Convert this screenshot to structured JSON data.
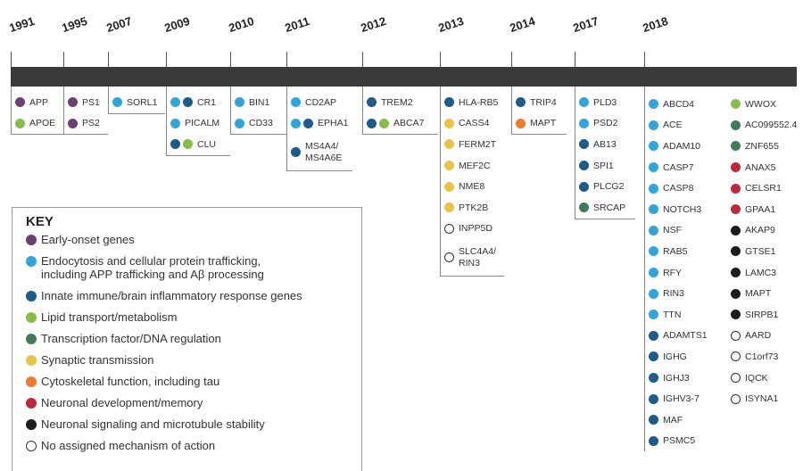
{
  "colors": {
    "early": "#6e3f74",
    "endo": "#2ea6dc",
    "immune": "#1d5b8a",
    "lipid": "#89bd49",
    "tf": "#3f7d5a",
    "synaptic": "#e8c34a",
    "cyto": "#ee7b2e",
    "neurodev": "#c0283c",
    "neurosig": "#1c1c1c",
    "none": "none"
  },
  "timeline": [
    {
      "year": "1991",
      "genes": [
        {
          "c": [
            "early"
          ],
          "t": "APP"
        },
        {
          "c": [
            "lipid"
          ],
          "t": "APOE"
        }
      ]
    },
    {
      "year": "1995",
      "genes": [
        {
          "c": [
            "early"
          ],
          "t": "PS1"
        },
        {
          "c": [
            "early"
          ],
          "t": "PS2"
        }
      ]
    },
    {
      "year": "2007",
      "genes": [
        {
          "c": [
            "endo"
          ],
          "t": "SORL1"
        }
      ]
    },
    {
      "year": "2009",
      "genes": [
        {
          "c": [
            "endo",
            "immune"
          ],
          "t": "CR1"
        },
        {
          "c": [
            "endo"
          ],
          "t": "PICALM"
        },
        {
          "c": [
            "immune",
            "lipid"
          ],
          "t": "CLU"
        }
      ]
    },
    {
      "year": "2010",
      "genes": [
        {
          "c": [
            "endo"
          ],
          "t": "BIN1"
        },
        {
          "c": [
            "endo"
          ],
          "t": "CD33"
        }
      ]
    },
    {
      "year": "2011",
      "genes": [
        {
          "c": [
            "endo"
          ],
          "t": "CD2AP"
        },
        {
          "c": [
            "endo",
            "immune"
          ],
          "t": "EPHA1"
        },
        {
          "c": [
            "immune"
          ],
          "t": "MS4A4/\nMS4A6E"
        }
      ]
    },
    {
      "year": "2012",
      "genes": [
        {
          "c": [
            "immune"
          ],
          "t": "TREM2"
        },
        {
          "c": [
            "immune",
            "lipid"
          ],
          "t": "ABCA7"
        }
      ]
    },
    {
      "year": "2013",
      "genes": [
        {
          "c": [
            "immune"
          ],
          "t": "HLA-RB5"
        },
        {
          "c": [
            "synaptic"
          ],
          "t": "CASS4"
        },
        {
          "c": [
            "synaptic"
          ],
          "t": "FERM2T"
        },
        {
          "c": [
            "synaptic"
          ],
          "t": "MEF2C"
        },
        {
          "c": [
            "synaptic"
          ],
          "t": "NME8"
        },
        {
          "c": [
            "synaptic"
          ],
          "t": "PTK2B"
        },
        {
          "c": [
            "none"
          ],
          "t": "INPP5D"
        },
        {
          "c": [
            "none"
          ],
          "t": "SLC4A4/\nRIN3"
        }
      ]
    },
    {
      "year": "2014",
      "genes": [
        {
          "c": [
            "immune"
          ],
          "t": "TRIP4"
        },
        {
          "c": [
            "cyto"
          ],
          "t": "MAPT"
        }
      ]
    },
    {
      "year": "2017",
      "genes": [
        {
          "c": [
            "endo"
          ],
          "t": "PLD3"
        },
        {
          "c": [
            "endo"
          ],
          "t": "PSD2"
        },
        {
          "c": [
            "immune"
          ],
          "t": "AB13"
        },
        {
          "c": [
            "immune"
          ],
          "t": "SPI1"
        },
        {
          "c": [
            "immune"
          ],
          "t": "PLCG2"
        },
        {
          "c": [
            "tf"
          ],
          "t": "SRCAP"
        }
      ]
    },
    {
      "year": "2018",
      "genes": [
        {
          "c": [
            "endo"
          ],
          "t": "ABCD4"
        },
        {
          "c": [
            "endo"
          ],
          "t": "ACE"
        },
        {
          "c": [
            "endo"
          ],
          "t": "ADAM10"
        },
        {
          "c": [
            "endo"
          ],
          "t": "CASP7"
        },
        {
          "c": [
            "endo"
          ],
          "t": "CASP8"
        },
        {
          "c": [
            "endo"
          ],
          "t": "NOTCH3"
        },
        {
          "c": [
            "endo"
          ],
          "t": "NSF"
        },
        {
          "c": [
            "endo"
          ],
          "t": "RAB5"
        },
        {
          "c": [
            "endo"
          ],
          "t": "RFY"
        },
        {
          "c": [
            "endo"
          ],
          "t": "RIN3"
        },
        {
          "c": [
            "endo"
          ],
          "t": "TTN"
        },
        {
          "c": [
            "immune"
          ],
          "t": "ADAMTS1"
        },
        {
          "c": [
            "immune"
          ],
          "t": "IGHG"
        },
        {
          "c": [
            "immune"
          ],
          "t": "IGHJ3"
        },
        {
          "c": [
            "immune"
          ],
          "t": "IGHV3-7"
        },
        {
          "c": [
            "immune"
          ],
          "t": "MAF"
        },
        {
          "c": [
            "immune"
          ],
          "t": "PSMC5"
        }
      ],
      "genes2": [
        {
          "c": [
            "lipid"
          ],
          "t": "WWOX"
        },
        {
          "c": [
            "tf"
          ],
          "t": "AC099552.4"
        },
        {
          "c": [
            "tf"
          ],
          "t": "ZNF655"
        },
        {
          "c": [
            "neurodev"
          ],
          "t": "ANAX5"
        },
        {
          "c": [
            "neurodev"
          ],
          "t": "CELSR1"
        },
        {
          "c": [
            "neurodev"
          ],
          "t": "GPAA1"
        },
        {
          "c": [
            "neurosig"
          ],
          "t": "AKAP9"
        },
        {
          "c": [
            "neurosig"
          ],
          "t": "GTSE1"
        },
        {
          "c": [
            "neurosig"
          ],
          "t": "LAMC3"
        },
        {
          "c": [
            "neurosig"
          ],
          "t": "MAPT"
        },
        {
          "c": [
            "neurosig"
          ],
          "t": "SIRPB1"
        },
        {
          "c": [
            "none"
          ],
          "t": "AARD"
        },
        {
          "c": [
            "none"
          ],
          "t": "C1orf73"
        },
        {
          "c": [
            "none"
          ],
          "t": "IQCK"
        },
        {
          "c": [
            "none"
          ],
          "t": "ISYNA1"
        }
      ]
    }
  ],
  "key": {
    "title": "KEY",
    "items": [
      {
        "c": "early",
        "t": "Early-onset genes"
      },
      {
        "c": "endo",
        "t": "Endocytosis and cellular protein trafficking,\nincluding APP trafficking and Aβ processing"
      },
      {
        "c": "immune",
        "t": "Innate immune/brain inflammatory response genes"
      },
      {
        "c": "lipid",
        "t": "Lipid transport/metabolism"
      },
      {
        "c": "tf",
        "t": "Transcription factor/DNA regulation"
      },
      {
        "c": "synaptic",
        "t": "Synaptic transmission"
      },
      {
        "c": "cyto",
        "t": "Cytoskeletal function, including tau"
      },
      {
        "c": "neurodev",
        "t": "Neuronal development/memory"
      },
      {
        "c": "neurosig",
        "t": "Neuronal signaling and microtubule stability"
      },
      {
        "c": "none",
        "t": "No assigned mechanism of action"
      }
    ]
  }
}
